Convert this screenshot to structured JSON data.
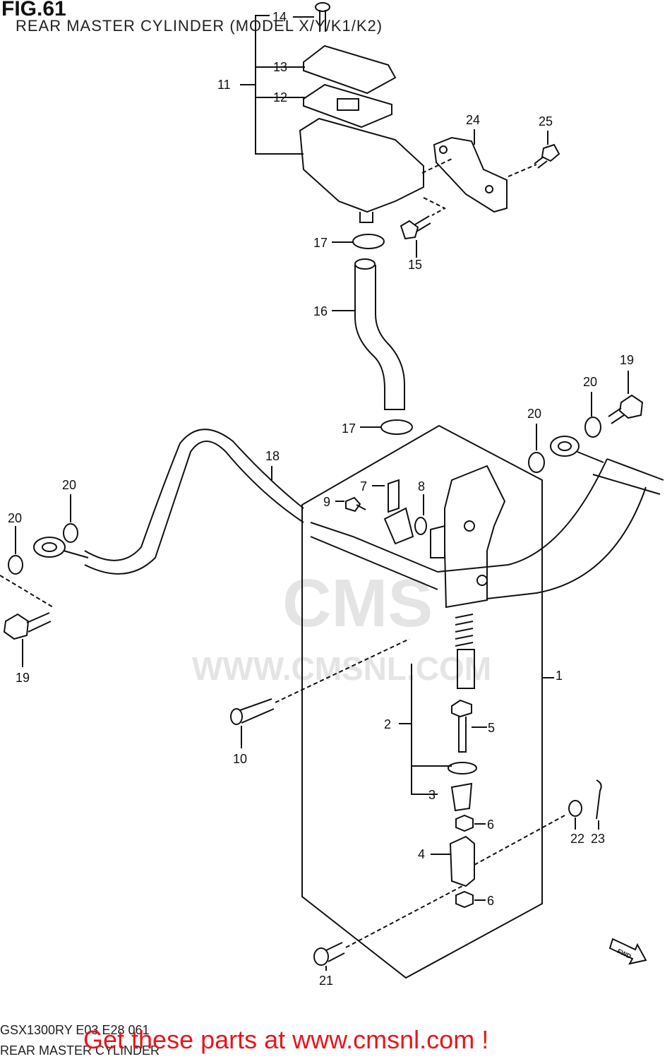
{
  "figure": {
    "number_label": "FIG.61",
    "title": "REAR MASTER CYLINDER (MODEL X/Y/K1/K2)"
  },
  "callouts": [
    "14",
    "13",
    "11",
    "12",
    "24",
    "25",
    "17",
    "15",
    "16",
    "19",
    "20",
    "20",
    "17",
    "18",
    "7",
    "8",
    "9",
    "20",
    "20",
    "1",
    "19",
    "2",
    "5",
    "10",
    "3",
    "6",
    "22",
    "23",
    "4",
    "6",
    "21"
  ],
  "watermark": {
    "brand": "CMS",
    "url": "WWW.CMSNL.COM"
  },
  "footer": {
    "code": "GSX1300RY E03 E28 061",
    "name": "REAR MASTER CYLINDER",
    "promo": "Get these parts at www.cmsnl.com !"
  },
  "arrow_label": "FWD",
  "colors": {
    "line": "#111111",
    "watermark": "#e4e4e4",
    "promo": "#e8161c"
  }
}
